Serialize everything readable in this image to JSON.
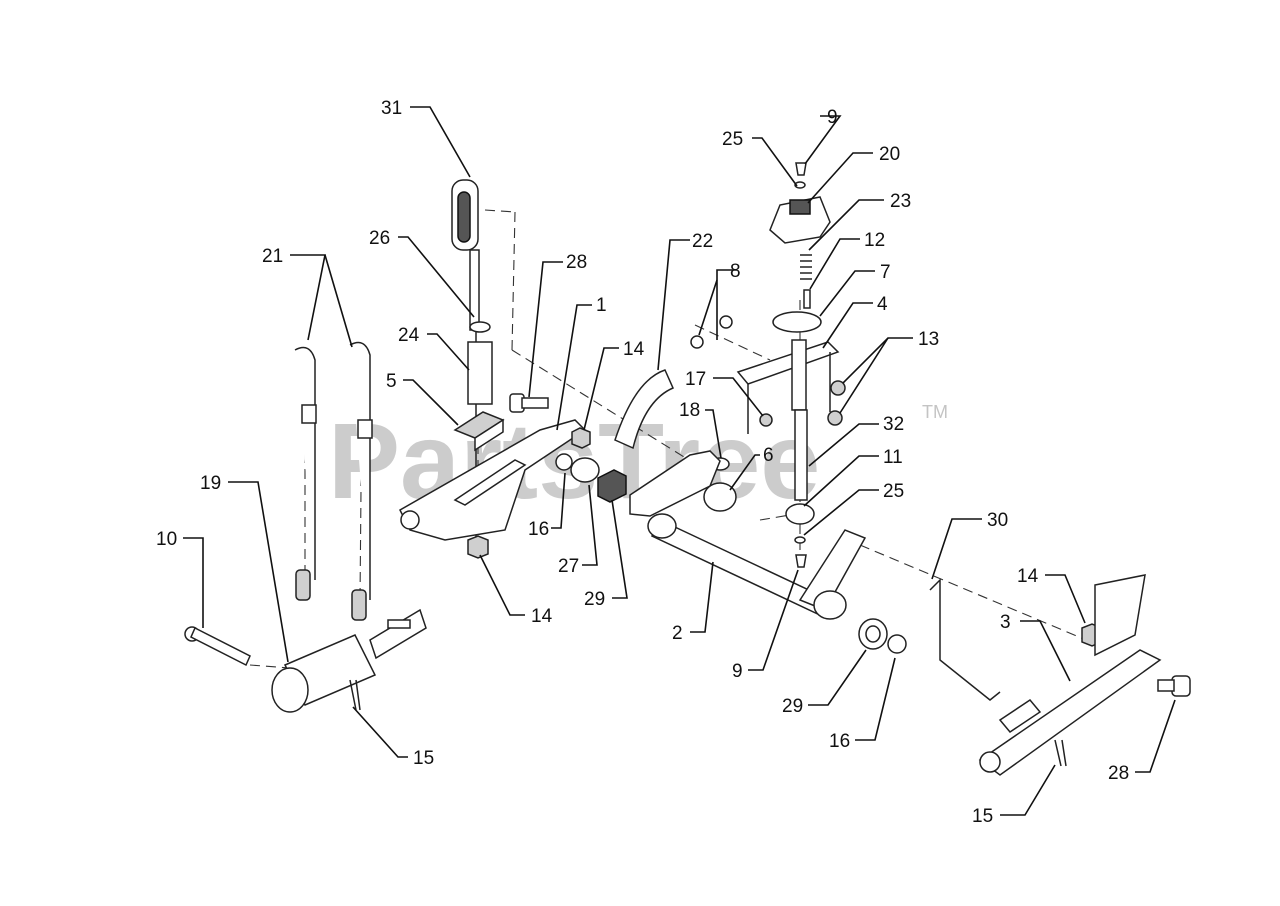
{
  "watermark": {
    "brand": "PartsTree",
    "trademark": "TM"
  },
  "callouts": {
    "c1": "1",
    "c2": "2",
    "c3": "3",
    "c4": "4",
    "c5": "5",
    "c6": "6",
    "c7": "7",
    "c8": "8",
    "c9a": "9",
    "c9b": "9",
    "c10": "10",
    "c11": "11",
    "c12": "12",
    "c13": "13",
    "c14a": "14",
    "c14b": "14",
    "c14c": "14",
    "c15a": "15",
    "c15b": "15",
    "c16a": "16",
    "c16b": "16",
    "c17": "17",
    "c18": "18",
    "c19": "19",
    "c20": "20",
    "c21": "21",
    "c22": "22",
    "c23": "23",
    "c24": "24",
    "c25a": "25",
    "c25b": "25",
    "c26": "26",
    "c27": "27",
    "c28a": "28",
    "c28b": "28",
    "c29a": "29",
    "c29b": "29",
    "c30": "30",
    "c31": "31",
    "c32": "32"
  }
}
